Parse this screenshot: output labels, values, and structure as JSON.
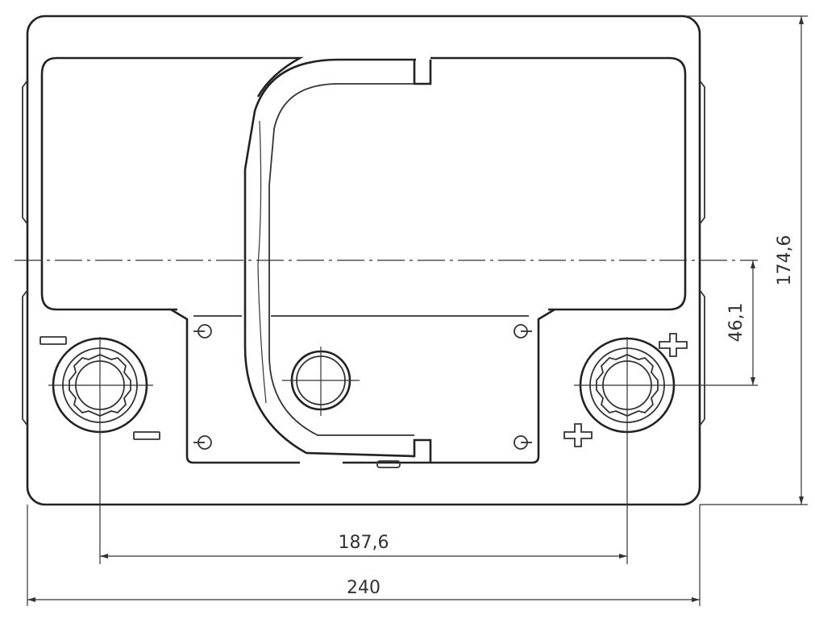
{
  "drawing": {
    "subject": "battery-top-view",
    "dimensions": {
      "width_overall": "240",
      "terminal_spacing": "187,6",
      "height_overall": "174,6",
      "terminal_offset": "46,1"
    },
    "terminals": [
      {
        "polarity": "negative",
        "label": "−"
      },
      {
        "polarity": "positive",
        "label": "+"
      }
    ],
    "colors": {
      "line": "#333333",
      "background": "#ffffff"
    }
  }
}
